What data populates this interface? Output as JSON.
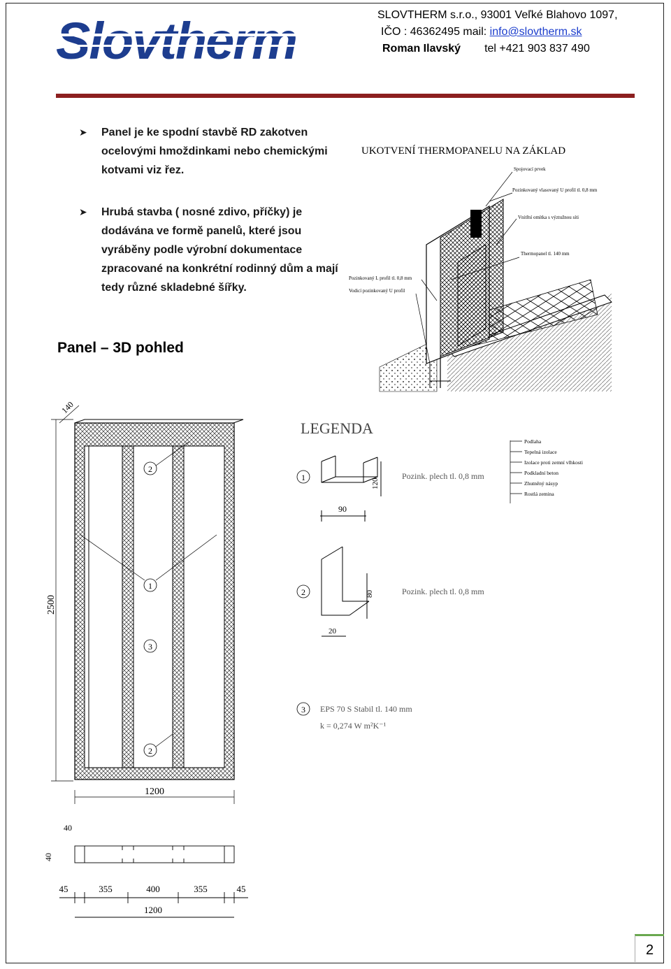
{
  "header": {
    "logo_text": "Slovtherm",
    "company_line": "SLOVTHERM s.r.o., 93001 Veľké Blahovo 1097,",
    "ico_label": "IČO : 46362495  mail: ",
    "email": "info@slovtherm.sk",
    "contact_name": "Roman Ilavský",
    "phone": "tel  +421 903 837 490"
  },
  "bullets": [
    "Panel je ke spodní stavbě  RD zakotven ocelovými hmoždinkami  nebo chemickými kotvami viz řez.",
    "Hrubá stavba ( nosné zdivo, příčky) je dodávána  ve formě panelů, které jsou vyráběny podle výrobní  dokumentace zpracované na konkrétní rodinný dům a mají tedy  různé skladebné šířky."
  ],
  "anchor_figure": {
    "title": "UKOTVENÍ THERMOPANELU NA ZÁKLAD",
    "labels": [
      "Spojovací prvek",
      "Pozinkovaný vlasovaný U profil tl. 0,8 mm",
      "Vnitřní omítka s výztužnou síti",
      "Thermopanel tl. 140 mm",
      "Pozinkovaný L profil tl. 0,8 mm",
      "Vodicí pozinkovaný U profil"
    ],
    "legend_items": [
      "Podlaha",
      "Tepelná izolace",
      "Izolace proti zemní vlhkosti",
      "Podkladní beton",
      "Zhutněný násyp",
      "Rostlá zemina"
    ]
  },
  "panel_section": {
    "title": "Panel – 3D pohled",
    "dim_140": "140",
    "dim_2500": "2500",
    "dim_1200_top": "1200",
    "dim_40a": "40",
    "dim_40b": "40",
    "bottom_dims": [
      "45",
      "355",
      "400",
      "355",
      "45"
    ],
    "dim_1200_bottom": "1200",
    "markers": [
      "2",
      "1",
      "3",
      "2"
    ]
  },
  "legend": {
    "title": "LEGENDA",
    "item1_num": "1",
    "item1_text": "Pozink. plech tl. 0,8 mm",
    "item1_dim_w": "90",
    "item1_dim_h": "120",
    "item2_num": "2",
    "item2_text": "Pozink. plech tl. 0,8 mm",
    "item2_dim_h": "80",
    "item2_dim_w": "20",
    "item3_num": "3",
    "item3_line1": "EPS 70 S Stabil tl. 140 mm",
    "item3_line2": "k = 0,274  W m²K⁻¹"
  },
  "page": {
    "number": "2"
  },
  "colors": {
    "brand_blue": "#1d3d8f",
    "rule_red": "#8c1f1f",
    "link_blue": "#1a3ccc",
    "page_accent": "#6aa84f"
  }
}
